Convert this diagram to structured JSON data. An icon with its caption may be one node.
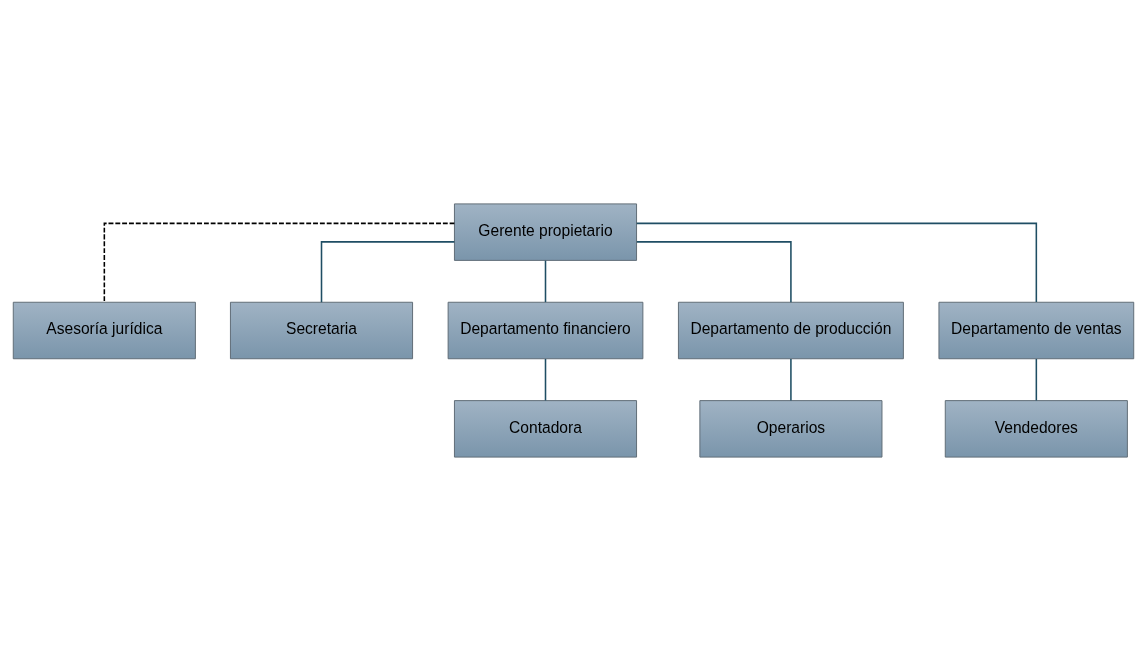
{
  "diagram": {
    "nodes": [
      {
        "text": [
          "Gerente propietario"
        ]
      },
      {
        "text": [
          "Asesoría jurídica"
        ]
      },
      {
        "text": [
          "Secretaria"
        ]
      },
      {
        "text": [
          "Departamento financiero"
        ]
      },
      {
        "text": [
          "Departamento de producción"
        ]
      },
      {
        "text": [
          "Departamento de ventas"
        ]
      },
      {
        "text": [
          "Contadora"
        ]
      },
      {
        "text": [
          "Operarios"
        ]
      },
      {
        "text": [
          "Vendedores"
        ]
      }
    ],
    "edges": [
      {
        "from": 0,
        "to": 1,
        "arrow": "none",
        "style": "dashed",
        "color": "#000000"
      },
      {
        "from": 0,
        "to": 2,
        "arrow": "none"
      },
      {
        "from": 0,
        "to": 3,
        "arrow": "none"
      },
      {
        "from": 0,
        "to": 4,
        "arrow": "none"
      },
      {
        "from": 0,
        "to": 5,
        "arrow": "none"
      },
      {
        "from": 3,
        "to": 6,
        "arrow": "none"
      },
      {
        "from": 4,
        "to": 7,
        "arrow": "none"
      },
      {
        "from": 5,
        "to": 8,
        "arrow": "none"
      }
    ]
  }
}
